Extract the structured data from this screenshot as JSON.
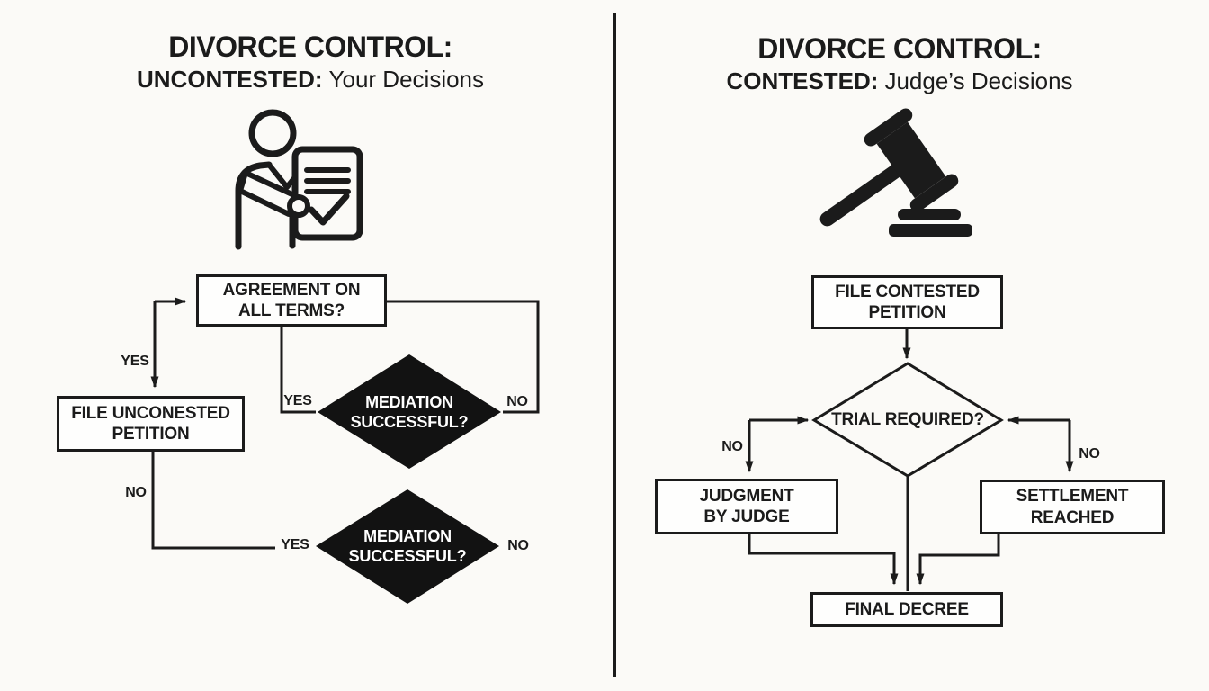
{
  "colors": {
    "ink": "#1b1b1b",
    "paper": "#fbfaf7",
    "diamond_fill": "#121212",
    "diamond_text": "#ffffff"
  },
  "left": {
    "title_line1": "DIVORCE CONTROL:",
    "title_emphasis": "UNCONTESTED:",
    "title_remainder": "Your Decisions",
    "icon": "person-checklist-icon",
    "nodes": {
      "agreement": [
        "AGREEMENT ON",
        "ALL TERMS?"
      ],
      "file_petition": [
        "FILE UNCONESTED",
        "PETITION"
      ],
      "mediation_top": [
        "MEDIATION",
        "SUCCESSFUL?"
      ],
      "mediation_bottom": [
        "MEDIATION",
        "SUCCESSFUL?"
      ]
    },
    "labels": {
      "yes_agreement_to_file": "YES",
      "no_below_file": "NO",
      "yes_into_mediation_top": "YES",
      "no_from_mediation_top": "NO",
      "yes_into_mediation_bottom": "YES",
      "no_from_mediation_bottom": "NO"
    }
  },
  "right": {
    "title_line1": "DIVORCE CONTROL:",
    "title_emphasis": "CONTESTED:",
    "title_remainder": "Judge’s Decisions",
    "icon": "gavel-icon",
    "nodes": {
      "file_petition": [
        "FILE CONTESTED",
        "PETITION"
      ],
      "trial": "TRIAL REQUIRED?",
      "judgment": [
        "JUDGMENT",
        "BY JUDGE"
      ],
      "settlement": [
        "SETTLEMENT",
        "REACHED"
      ],
      "final_decree": "FINAL DECREE"
    },
    "labels": {
      "no_to_judgment": "NO",
      "no_to_settlement": "NO"
    }
  }
}
